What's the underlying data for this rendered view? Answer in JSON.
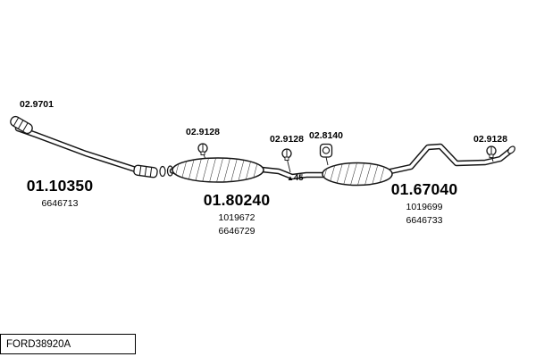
{
  "footer": {
    "code": "FORD38920A"
  },
  "parts": {
    "front_gasket": {
      "label": "02.9701"
    },
    "front_pipe": {
      "label": "01.10350",
      "ref1": "6646713"
    },
    "clamp_front": {
      "label": "02.9128"
    },
    "center_muffler": {
      "label": "01.80240",
      "ref1": "1019672",
      "ref2": "6646729"
    },
    "clamp_mid": {
      "label": "02.9128"
    },
    "hanger": {
      "label": "02.8140"
    },
    "rear_muffler": {
      "label": "01.67040",
      "ref1": "1019699",
      "ref2": "6646733"
    },
    "clamp_rear": {
      "label": "02.9128"
    },
    "angle_marker": {
      "icon": "▲",
      "value": "45"
    }
  }
}
